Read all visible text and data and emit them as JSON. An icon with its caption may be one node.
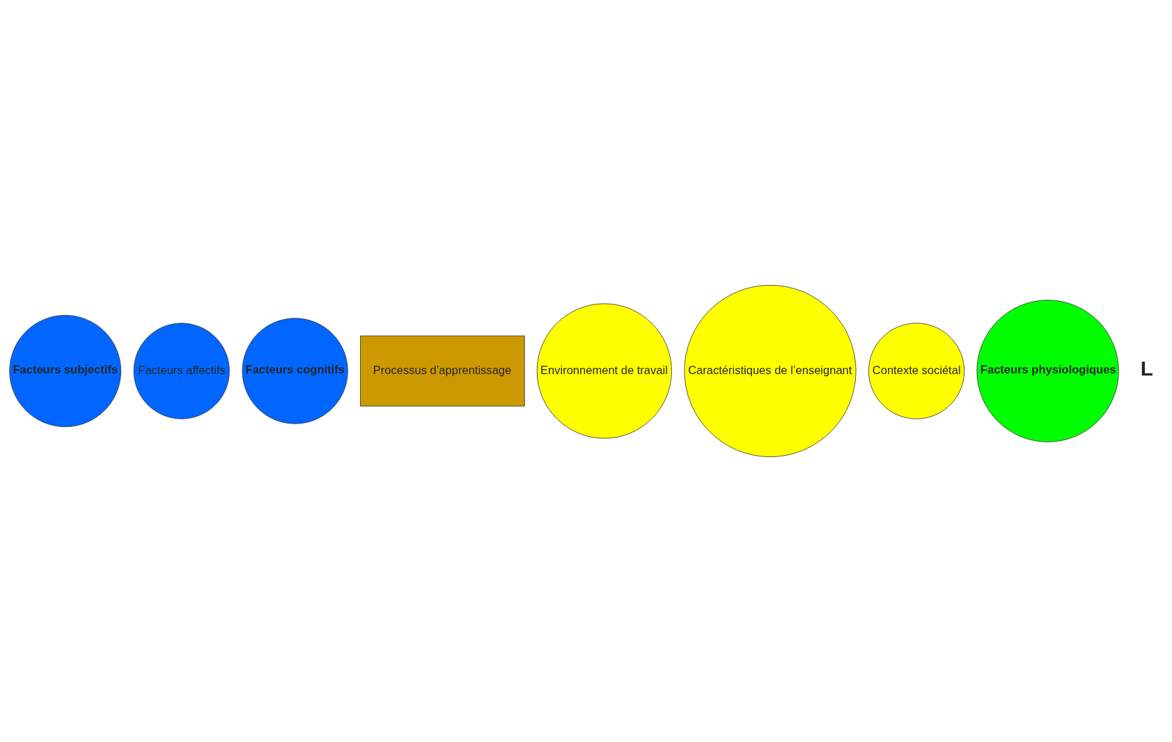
{
  "diagram": {
    "nodes": [
      {
        "text": [
          "Facteurs subjectifs"
        ]
      },
      {
        "text": [
          "Facteurs affectifs"
        ]
      },
      {
        "text": [
          "Facteurs cognitifs"
        ]
      },
      {
        "text": [
          "Processus d’apprentissage"
        ]
      },
      {
        "text": [
          "Environnement de travail"
        ]
      },
      {
        "text": [
          "Caractéristiques de l’enseignant"
        ]
      },
      {
        "text": [
          "Contexte sociétal"
        ]
      },
      {
        "text": [
          "Facteurs physiologiques"
        ]
      }
    ],
    "edges": [],
    "labels": [
      "L"
    ]
  }
}
